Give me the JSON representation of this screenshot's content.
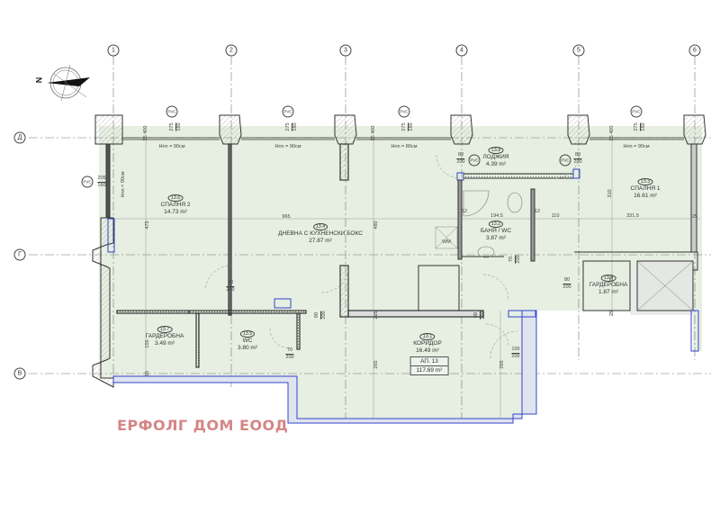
{
  "plan": {
    "apartment": {
      "label": "АП. 13",
      "area": "117.69 m²"
    },
    "watermark": "ЕРФОЛГ ДОМ ЕООД",
    "compass": {
      "north_label": "N"
    },
    "grid_axes_vertical": [
      "1",
      "2",
      "3",
      "4",
      "5",
      "6"
    ],
    "grid_axes_horizontal": [
      "Д",
      "Г",
      "В"
    ],
    "colors": {
      "room_fill": "#e6efe1",
      "wall": "#444444",
      "window_outline": "#3344cc",
      "watermark": "#d07a78"
    },
    "rooms": [
      {
        "id": "13.1",
        "name": "КОРИДОР",
        "area": "16.49 m²"
      },
      {
        "id": "13.2",
        "name": "БАНЯ / WC",
        "area": "3.87 m²"
      },
      {
        "id": "13.3",
        "name": "СПАЛНЯ 1",
        "area": "16.61 m²"
      },
      {
        "id": "13.4",
        "name": "ДНЕВНА С КУХНЕНСКИ БОКС",
        "area": "27.87 m²"
      },
      {
        "id": "13.5",
        "name": "WC",
        "area": "3.80 m²"
      },
      {
        "id": "13.6",
        "name": "СПАЛНЯ 2",
        "area": "14.73 m²"
      },
      {
        "id": "13.7",
        "name": "ГАРДЕРОБНА",
        "area": "3.49 m²"
      },
      {
        "id": "13.8",
        "name": "ЛОДЖИЯ",
        "area": "4.39 m²"
      },
      {
        "id": "13.9",
        "name": "ГАРДЕРОБНА",
        "area": "1.87 m²"
      }
    ],
    "windows": {
      "pvc_label": "PVC",
      "top_window": {
        "width": "275",
        "height": "160"
      },
      "side_window": {
        "width": "205",
        "height": "160"
      },
      "sill_note": "Hnn = 90см",
      "sill_note_alt": "Hnn = 80см"
    },
    "doors": [
      {
        "w": "80",
        "h": "200"
      },
      {
        "w": "80",
        "h": "200"
      },
      {
        "w": "80",
        "h": "200"
      },
      {
        "w": "70",
        "h": "200"
      },
      {
        "w": "70",
        "h": "200"
      },
      {
        "w": "90",
        "h": "200"
      },
      {
        "w": "80",
        "h": "200"
      },
      {
        "w": "80",
        "h": "200"
      },
      {
        "w": "100",
        "h": "200"
      }
    ],
    "dimensions": {
      "d965": "965",
      "d475": "475",
      "d480": "480",
      "d194_5": "194.5",
      "d110": "110",
      "d331_5": "331.5",
      "d310": "310",
      "d12a": "12",
      "d12b": "12",
      "d25": "25",
      "d155": "155",
      "d205": "205",
      "d265": "265",
      "d15": "15",
      "d25_400": "25 400"
    },
    "fixtures": {
      "washing_machine": "WM"
    }
  }
}
